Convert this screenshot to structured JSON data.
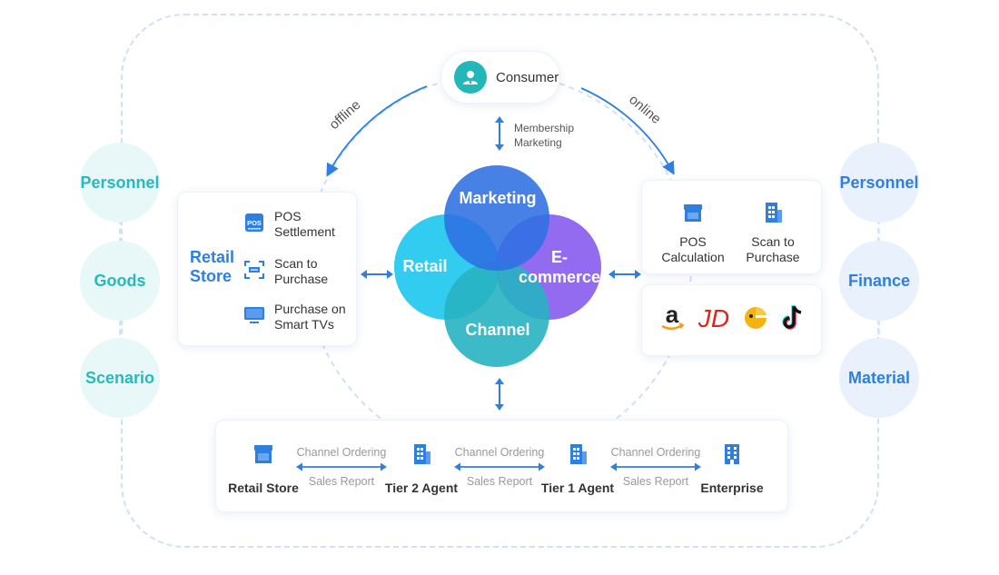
{
  "colors": {
    "accent_blue": "#2f7fe0",
    "teal": "#28b8bd",
    "marketing": "#2d6fe3",
    "retail": "#21c8f0",
    "ecommerce": "#8a5ef0",
    "channel": "#27b3c2"
  },
  "consumer": {
    "label": "Consumer",
    "icon": "user-icon"
  },
  "arcs": {
    "offline": "offline",
    "online": "online"
  },
  "membership": {
    "line1": "Membership",
    "line2": "Marketing"
  },
  "left_pills": [
    "Personnel",
    "Goods",
    "Scenario"
  ],
  "right_pills": [
    "Personnel",
    "Finance",
    "Material"
  ],
  "retail_store": {
    "title_line1": "Retail",
    "title_line2": "Store",
    "features": [
      {
        "line1": "POS",
        "line2": "Settlement",
        "icon": "pos-icon"
      },
      {
        "line1": "Scan to",
        "line2": "Purchase",
        "icon": "scan-icon"
      },
      {
        "line1": "Purchase on",
        "line2": "Smart TVs",
        "icon": "tv-icon"
      }
    ]
  },
  "venn": {
    "marketing": "Marketing",
    "retail": "Retail",
    "ecommerce_line1": "E-",
    "ecommerce_line2": "commerce",
    "channel": "Channel"
  },
  "online_card": {
    "items": [
      {
        "line1": "POS",
        "line2": "Calculation",
        "icon": "store-icon"
      },
      {
        "line1": "Scan to",
        "line2": "Purchase",
        "icon": "building-icon"
      }
    ]
  },
  "brands": [
    {
      "name": "amazon",
      "icon": "amazon-logo-icon"
    },
    {
      "name": "JD",
      "icon": "jd-logo-icon"
    },
    {
      "name": "pinduoduo",
      "icon": "pinduoduo-logo-icon"
    },
    {
      "name": "tiktok",
      "icon": "tiktok-logo-icon"
    }
  ],
  "chain": {
    "nodes": [
      "Retail Store",
      "Tier 2 Agent",
      "Tier 1 Agent",
      "Enterprise"
    ],
    "links": [
      {
        "top": "Channel Ordering",
        "bottom": "Sales Report"
      },
      {
        "top": "Channel Ordering",
        "bottom": "Sales Report"
      },
      {
        "top": "Channel Ordering",
        "bottom": "Sales Report"
      }
    ]
  }
}
